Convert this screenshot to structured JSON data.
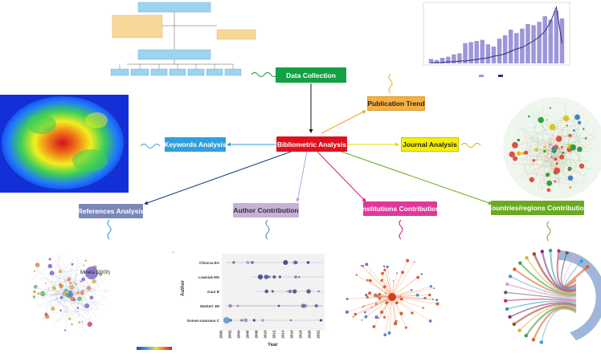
{
  "center": {
    "label": "Bibliometric Analysis",
    "color": "#e0101e",
    "text_color": "#ffffff"
  },
  "nodes": [
    {
      "id": "data-collection",
      "label": "Data Collection",
      "color": "#14a044",
      "text_color": "#ffffff"
    },
    {
      "id": "publication-trend",
      "label": "Publication Trend",
      "color": "#f5b041",
      "text_color": "#222222"
    },
    {
      "id": "journal-analysis",
      "label": "Journal Analysis",
      "color": "#f4f000",
      "text_color": "#222222"
    },
    {
      "id": "keywords-analysis",
      "label": "Keywords Analysis",
      "color": "#2fa0dd",
      "text_color": "#ffffff"
    },
    {
      "id": "references-analysis",
      "label": "References Analysis",
      "color": "#7a87b8",
      "text_color": "#ffffff"
    },
    {
      "id": "author-contribution",
      "label": "Author Contribution",
      "color": "#c9b0d8",
      "text_color": "#333333"
    },
    {
      "id": "institutions-contribution",
      "label": "Institutions Contribution",
      "color": "#e0379a",
      "text_color": "#ffffff"
    },
    {
      "id": "countries-contribution",
      "label": "Countries/regions Contribution",
      "color": "#6aaa22",
      "text_color": "#ffffff"
    }
  ],
  "edge_colors": {
    "data-collection": "#111111",
    "publication-trend": "#f5a623",
    "journal-analysis": "#e8d800",
    "keywords-analysis": "#2f9fd8",
    "references-analysis": "#1a3a8a",
    "author-contribution": "#c0a0dc",
    "institutions-contribution": "#d0207a",
    "countries-contribution": "#6aaa22"
  },
  "author_chart": {
    "authors": [
      "Chiocca EA",
      "Lowniak MS",
      "Kaur B",
      "Markert JM",
      "Gomez-manzano C"
    ],
    "xlabel": "Year",
    "ylabel": "Author",
    "years": [
      "2000",
      "2002",
      "2004",
      "2006",
      "2008",
      "2010",
      "2012",
      "2014",
      "2016",
      "2018",
      "2020",
      "2022"
    ]
  },
  "references_label": "Mineta (2000)"
}
